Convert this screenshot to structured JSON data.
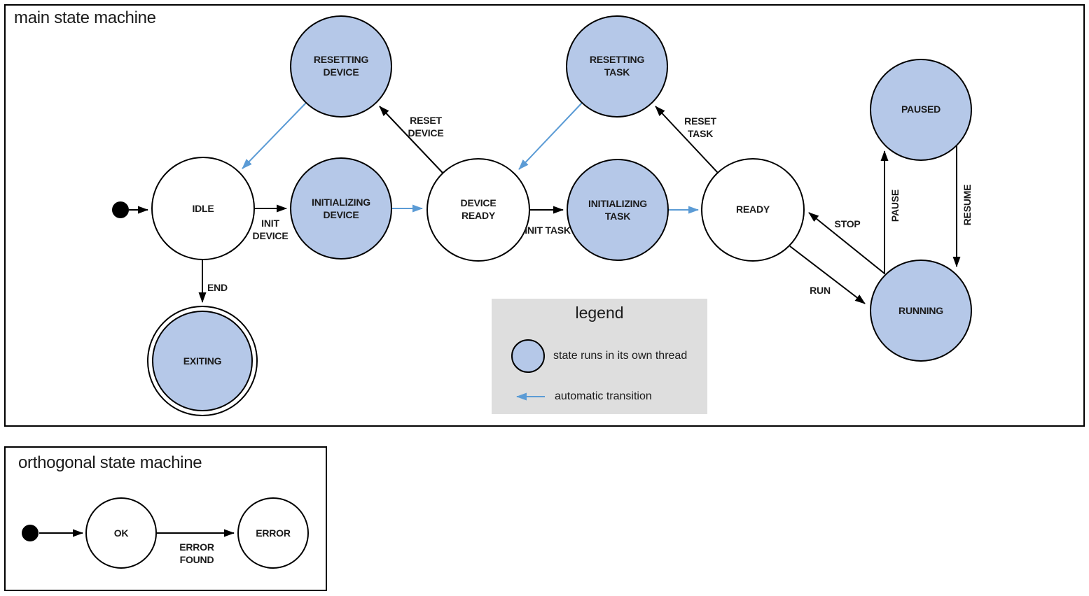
{
  "main_machine": {
    "title": "main state machine",
    "states": {
      "idle": "IDLE",
      "resetting_device": "RESETTING DEVICE",
      "initializing_device": "INITIALIZING DEVICE",
      "device_ready": "DEVICE READY",
      "resetting_task": "RESETTING TASK",
      "initializing_task": "INITIALIZING TASK",
      "ready": "READY",
      "paused": "PAUSED",
      "running": "RUNNING",
      "exiting": "EXITING"
    },
    "transitions": {
      "init_device": "INIT DEVICE",
      "reset_device": "RESET DEVICE",
      "init_task": "INIT TASK",
      "reset_task": "RESET TASK",
      "run": "RUN",
      "stop": "STOP",
      "pause": "PAUSE",
      "resume": "RESUME",
      "end": "END"
    }
  },
  "legend": {
    "title": "legend",
    "thread_state_label": "state runs in its own thread",
    "auto_transition_label": "automatic transition"
  },
  "orthogonal_machine": {
    "title": "orthogonal state machine",
    "states": {
      "ok": "OK",
      "error": "ERROR"
    },
    "transitions": {
      "error_found": "ERROR FOUND"
    }
  },
  "colors": {
    "thread_state_fill": "#b5c8e8",
    "normal_state_fill": "#ffffff",
    "automatic_transition_color": "#5b9bd5",
    "transition_color": "#000000",
    "legend_background": "#dedede"
  }
}
